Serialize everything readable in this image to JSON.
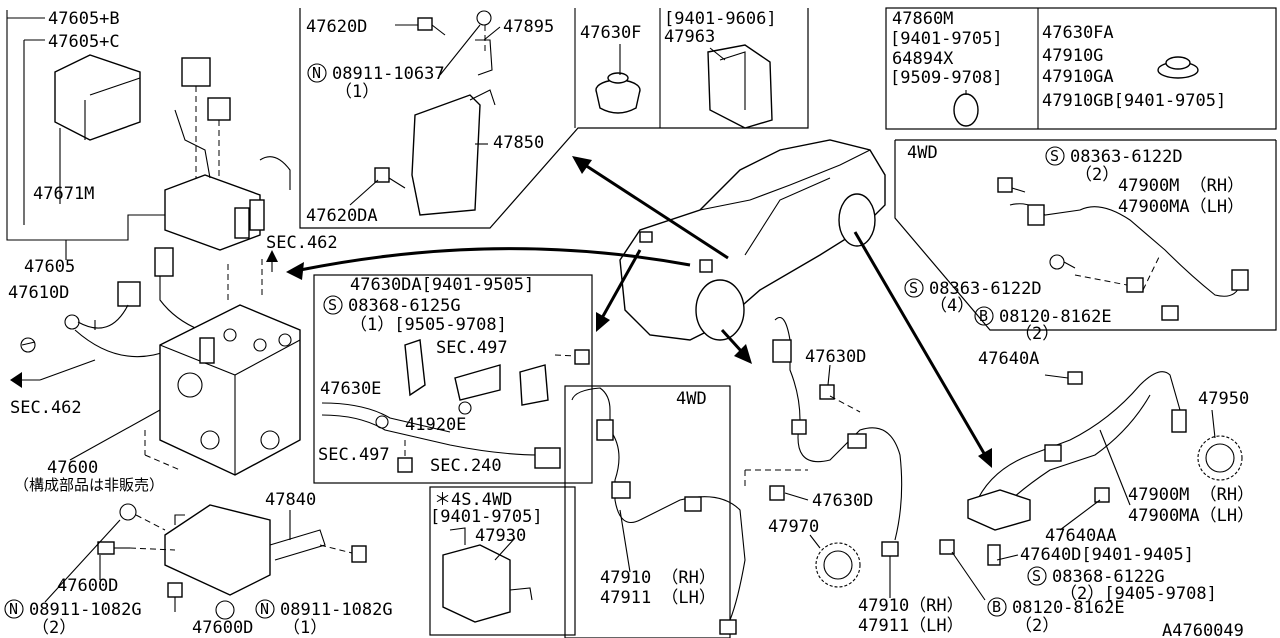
{
  "diagram_id": "A4760049",
  "labels": {
    "l47605B": "47605+B",
    "l47605C": "47605+C",
    "l47671M": "47671M",
    "l47605": "47605",
    "l47610D": "47610D",
    "sec462a": "SEC.462",
    "sec462b": "SEC.462",
    "l47600": "47600",
    "l47600note": "（構成部品は非販売）",
    "l47620D": "47620D",
    "l47895": "47895",
    "n0891110637": "08911-10637",
    "n1a": "（1）",
    "l47850": "47850",
    "l47620DA": "47620DA",
    "l47630F": "47630F",
    "r94019606": "[9401-9606]",
    "l47963": "47963",
    "l47860M": "47860M",
    "r94019705a": "[9401-9705]",
    "l64894X": "64894X",
    "r95099708": "[9509-9708]",
    "l47630FA": "47630FA",
    "l47910G": "47910G",
    "l47910GA": "47910GA",
    "l47910GB": "47910GB[9401-9705]",
    "h4wd_a": "4WD",
    "s0836361222a": "08363-6122D",
    "n2a": "（2）",
    "l47900M_a": "47900M （RH）",
    "l47900MA_a": "47900MA（LH）",
    "s0836361222b": "08363-6122D",
    "n4a": "（4）",
    "b0812081622a": "08120-8162E",
    "n2b": "（2）",
    "l47630DA": "47630DA[9401-9505]",
    "s083686125G": "08368-6125G",
    "n1r": "（1）[9505-9708]",
    "sec497a": "SEC.497",
    "l47630E": "47630E",
    "l41920E": "41920E",
    "sec497b": "SEC.497",
    "sec240": "SEC.240",
    "l47640A": "47640A",
    "l47950": "47950",
    "l47630D_a": "47630D",
    "l47630D_b": "47630D",
    "l47970": "47970",
    "h4wd_b": "4WD",
    "l47900M_b": "47900M （RH）",
    "l47900MA_b": "47900MA（LH）",
    "l47640AA": "47640AA",
    "l47640D": "47640D[9401-9405]",
    "s083686122G": "08368-6122G",
    "n2r": "（2）[9405-9708]",
    "b0812081622b": "08120-8162E",
    "n2c": "（2）",
    "l47910RH_a": "47910 （RH）",
    "l47911LH_a": "47911 （LH）",
    "l47910RH_b": "47910（RH）",
    "l47911LH_b": "47911（LH）",
    "h4s4wd": "＊4S.4WD",
    "r94019705b": "[9401-9705]",
    "l47930": "47930",
    "l47840": "47840",
    "l47600D_a": "47600D",
    "n0891110826a": "08911-1082G",
    "n2d": "（2）",
    "l47600D_b": "47600D",
    "n0891110826b": "08911-1082G",
    "n1b": "（1）"
  },
  "markers": {
    "N": "N",
    "S": "S",
    "B": "B"
  }
}
